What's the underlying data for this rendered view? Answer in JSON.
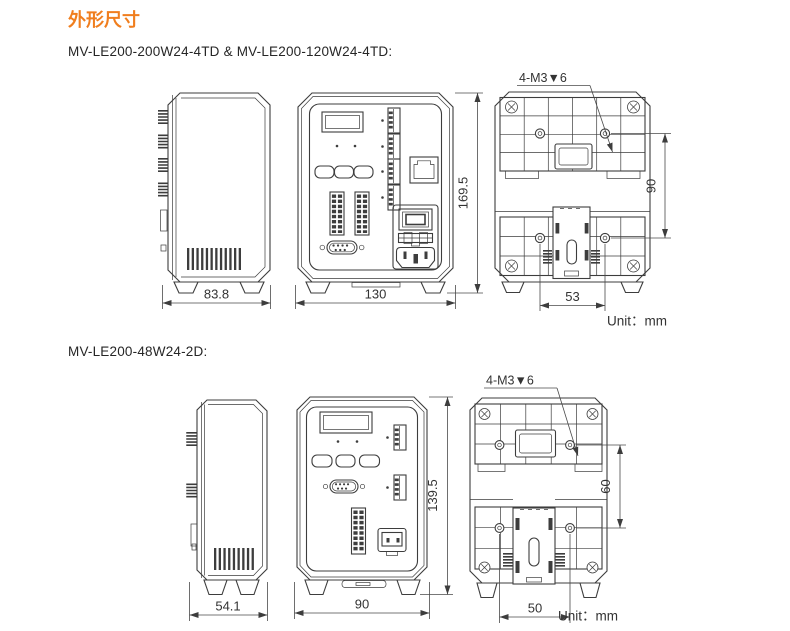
{
  "title": "外形尺寸",
  "colors": {
    "accent": "#f07e1e",
    "line": "#3d3d3d",
    "text": "#262626"
  },
  "sections": [
    {
      "model": "MV-LE200-200W24-4TD & MV-LE200-120W24-4TD:",
      "screw_callout": "4-M3▼6",
      "dims": {
        "side_width": "83.8",
        "front_width": "130",
        "height": "169.5",
        "hole_spacing_vertical": "90",
        "hole_spacing_horizontal": "53"
      },
      "unit": "Unit：mm"
    },
    {
      "model": "MV-LE200-48W24-2D:",
      "screw_callout": "4-M3▼6",
      "dims": {
        "side_width": "54.1",
        "front_width": "90",
        "height": "139.5",
        "hole_spacing_vertical": "60",
        "hole_spacing_horizontal": "50"
      },
      "unit": "Unit：mm"
    }
  ]
}
